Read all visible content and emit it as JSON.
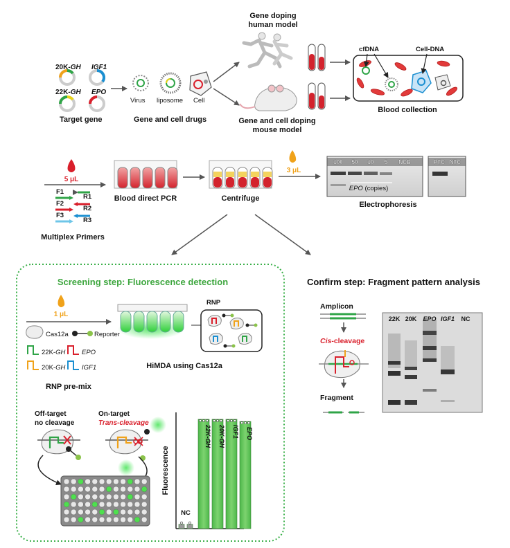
{
  "top": {
    "target_genes": [
      {
        "name": "20K-",
        "gene": "GH"
      },
      {
        "name": "",
        "gene": "IGF1"
      },
      {
        "name": "22K-",
        "gene": "GH"
      },
      {
        "name": "",
        "gene": "EPO"
      }
    ],
    "target_gene_label": "Target gene",
    "drug_items": [
      "Virus",
      "liposome",
      "Cell"
    ],
    "drugs_label": "Gene and cell drugs",
    "human_model": [
      "Gene doping",
      "human model"
    ],
    "mouse_model": [
      "Gene and cell doping",
      "mouse model"
    ],
    "cfdna": "cfDNA",
    "cell_dna": "Cell-DNA",
    "blood_collection": "Blood collection"
  },
  "middle": {
    "volume_blood": "5 μL",
    "primers": [
      "F1",
      "R1",
      "F2",
      "R2",
      "F3",
      "R3"
    ],
    "primers_label": "Multiplex Primers",
    "pcr_label": "Blood direct PCR",
    "centrifuge_label": "Centrifuge",
    "volume_sample": "3 μL",
    "gel_lanes": [
      "100",
      "50",
      "10",
      "5",
      "NCB",
      "PTC",
      "NTC"
    ],
    "gel_axis_gene": "EPO",
    "gel_axis_unit": "(copies)",
    "electrophoresis_label": "Electrophoresis"
  },
  "screening": {
    "title": "Screening step: Fluorescence detection",
    "volume": "1 μL",
    "rnp": "RNP",
    "legend": {
      "cas12a": "Cas12a",
      "reporter": "Reporter",
      "g22k_prefix": "22K-",
      "g22k_gene": "GH",
      "epo": "EPO",
      "g20k_prefix": "20K-",
      "g20k_gene": "GH",
      "igf1": "IGF1"
    },
    "himda": "HiMDA using Cas12a",
    "premix": "RNP pre-mix",
    "off_target": [
      "Off-target",
      "no cleavage"
    ],
    "on_target": "On-target",
    "trans_cleavage": "Trans-cleavage",
    "chart_ylabel": "Fluorescence",
    "nc_label": "NC",
    "bar_labels": [
      "22K-GH",
      "20K-GH",
      "IGF1",
      "EPO"
    ]
  },
  "confirm": {
    "title": "Confirm step: Fragment pattern analysis",
    "amplicon": "Amplicon",
    "cis_prefix": "Cis",
    "cis_suffix": "-cleavage",
    "fragment": "Fragment",
    "gel_lanes": [
      "22K",
      "20K",
      "EPO",
      "IGF1",
      "NC"
    ]
  },
  "colors": {
    "red": "#d91f2b",
    "green": "#2fa447",
    "orange": "#f0a21a",
    "blue": "#1b8fd1",
    "dotted_border": "#3bb04a",
    "title_green": "#3da63e"
  },
  "chart_data": {
    "type": "bar",
    "categories": [
      "NC",
      "NC",
      "22K-GH",
      "20K-GH",
      "IGF1",
      "EPO"
    ],
    "values": [
      4,
      4,
      100,
      100,
      100,
      98
    ],
    "ylabel": "Fluorescence",
    "ylim": [
      0,
      100
    ]
  }
}
